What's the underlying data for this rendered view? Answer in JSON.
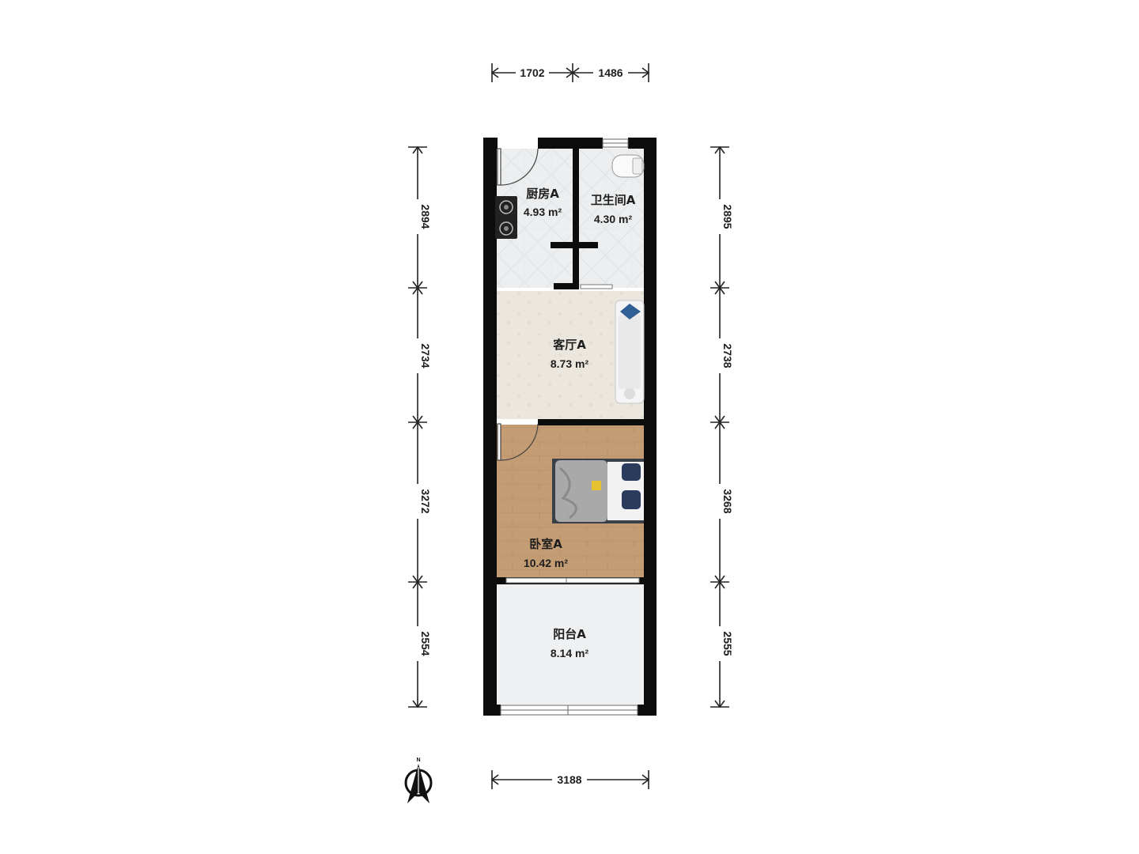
{
  "rooms": {
    "kitchen": {
      "name": "厨房A",
      "area": "4.93 m²"
    },
    "bathroom": {
      "name": "卫生间A",
      "area": "4.30 m²"
    },
    "living": {
      "name": "客厅A",
      "area": "8.73 m²"
    },
    "bedroom": {
      "name": "卧室A",
      "area": "10.42 m²"
    },
    "balcony": {
      "name": "阳台A",
      "area": "8.14 m²"
    }
  },
  "dimensions": {
    "top": [
      "1702",
      "1486"
    ],
    "bottom": [
      "3188"
    ],
    "left": [
      "2894",
      "2734",
      "3272",
      "2554"
    ],
    "right": [
      "2895",
      "2738",
      "3268",
      "2555"
    ]
  },
  "compass": {
    "label": "N"
  },
  "colors": {
    "wall": "#0c0c0c",
    "tile_floor": "#eceeef",
    "living_floor": "#ebe7df",
    "bedroom_floor": "#c49c74",
    "balcony_floor": "#eef0f2"
  }
}
